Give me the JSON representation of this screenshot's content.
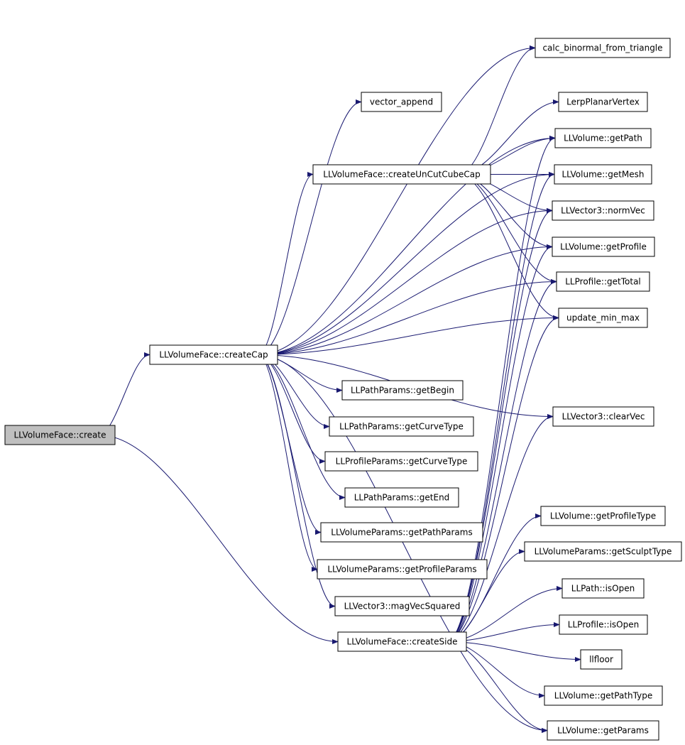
{
  "graph": {
    "edge_color": "#191970",
    "root_fill": "#bfbfbf",
    "nodes": [
      {
        "id": "create",
        "label": "LLVolumeFace::create"
      },
      {
        "id": "createCap",
        "label": "LLVolumeFace::createCap"
      },
      {
        "id": "createUnCut",
        "label": "LLVolumeFace::createUnCutCubeCap"
      },
      {
        "id": "createSide",
        "label": "LLVolumeFace::createSide"
      },
      {
        "id": "calcBinormal",
        "label": "calc_binormal_from_triangle"
      },
      {
        "id": "vectorAppend",
        "label": "vector_append"
      },
      {
        "id": "lerpPlanar",
        "label": "LerpPlanarVertex"
      },
      {
        "id": "getPath",
        "label": "LLVolume::getPath"
      },
      {
        "id": "getMesh",
        "label": "LLVolume::getMesh"
      },
      {
        "id": "normVec",
        "label": "LLVector3::normVec"
      },
      {
        "id": "getProfile",
        "label": "LLVolume::getProfile"
      },
      {
        "id": "getTotal",
        "label": "LLProfile::getTotal"
      },
      {
        "id": "updateMinMax",
        "label": "update_min_max"
      },
      {
        "id": "getBegin",
        "label": "LLPathParams::getBegin"
      },
      {
        "id": "pathCurveType",
        "label": "LLPathParams::getCurveType"
      },
      {
        "id": "profileCurveType",
        "label": "LLProfileParams::getCurveType"
      },
      {
        "id": "getEnd",
        "label": "LLPathParams::getEnd"
      },
      {
        "id": "getPathParams",
        "label": "LLVolumeParams::getPathParams"
      },
      {
        "id": "getProfileParams",
        "label": "LLVolumeParams::getProfileParams"
      },
      {
        "id": "magVecSquared",
        "label": "LLVector3::magVecSquared"
      },
      {
        "id": "clearVec",
        "label": "LLVector3::clearVec"
      },
      {
        "id": "getProfileType",
        "label": "LLVolume::getProfileType"
      },
      {
        "id": "getSculptType",
        "label": "LLVolumeParams::getSculptType"
      },
      {
        "id": "pathIsOpen",
        "label": "LLPath::isOpen"
      },
      {
        "id": "profileIsOpen",
        "label": "LLProfile::isOpen"
      },
      {
        "id": "llfloor",
        "label": "llfloor"
      },
      {
        "id": "getPathType",
        "label": "LLVolume::getPathType"
      },
      {
        "id": "getParams",
        "label": "LLVolume::getParams"
      }
    ],
    "edges": [
      {
        "from": "create",
        "to": "createCap"
      },
      {
        "from": "create",
        "to": "createSide"
      },
      {
        "from": "createCap",
        "to": "calcBinormal"
      },
      {
        "from": "createCap",
        "to": "vectorAppend"
      },
      {
        "from": "createCap",
        "to": "getPath"
      },
      {
        "from": "createCap",
        "to": "getMesh"
      },
      {
        "from": "createCap",
        "to": "createUnCut"
      },
      {
        "from": "createCap",
        "to": "normVec"
      },
      {
        "from": "createCap",
        "to": "getProfile"
      },
      {
        "from": "createCap",
        "to": "getTotal"
      },
      {
        "from": "createCap",
        "to": "updateMinMax"
      },
      {
        "from": "createCap",
        "to": "clearVec"
      },
      {
        "from": "createCap",
        "to": "getBegin"
      },
      {
        "from": "createCap",
        "to": "pathCurveType"
      },
      {
        "from": "createCap",
        "to": "profileCurveType"
      },
      {
        "from": "createCap",
        "to": "getEnd"
      },
      {
        "from": "createCap",
        "to": "getPathParams"
      },
      {
        "from": "createCap",
        "to": "getProfileParams"
      },
      {
        "from": "createCap",
        "to": "magVecSquared"
      },
      {
        "from": "createCap",
        "to": "getParams"
      },
      {
        "from": "createUnCut",
        "to": "calcBinormal"
      },
      {
        "from": "createUnCut",
        "to": "lerpPlanar"
      },
      {
        "from": "createUnCut",
        "to": "getPath"
      },
      {
        "from": "createUnCut",
        "to": "getMesh"
      },
      {
        "from": "createUnCut",
        "to": "normVec"
      },
      {
        "from": "createUnCut",
        "to": "getProfile"
      },
      {
        "from": "createUnCut",
        "to": "getTotal"
      },
      {
        "from": "createUnCut",
        "to": "updateMinMax"
      },
      {
        "from": "createSide",
        "to": "getPath"
      },
      {
        "from": "createSide",
        "to": "getMesh"
      },
      {
        "from": "createSide",
        "to": "normVec"
      },
      {
        "from": "createSide",
        "to": "getProfile"
      },
      {
        "from": "createSide",
        "to": "getTotal"
      },
      {
        "from": "createSide",
        "to": "updateMinMax"
      },
      {
        "from": "createSide",
        "to": "clearVec"
      },
      {
        "from": "createSide",
        "to": "getProfileType"
      },
      {
        "from": "createSide",
        "to": "getSculptType"
      },
      {
        "from": "createSide",
        "to": "pathIsOpen"
      },
      {
        "from": "createSide",
        "to": "profileIsOpen"
      },
      {
        "from": "createSide",
        "to": "llfloor"
      },
      {
        "from": "createSide",
        "to": "getPathType"
      },
      {
        "from": "createSide",
        "to": "getParams"
      }
    ]
  }
}
